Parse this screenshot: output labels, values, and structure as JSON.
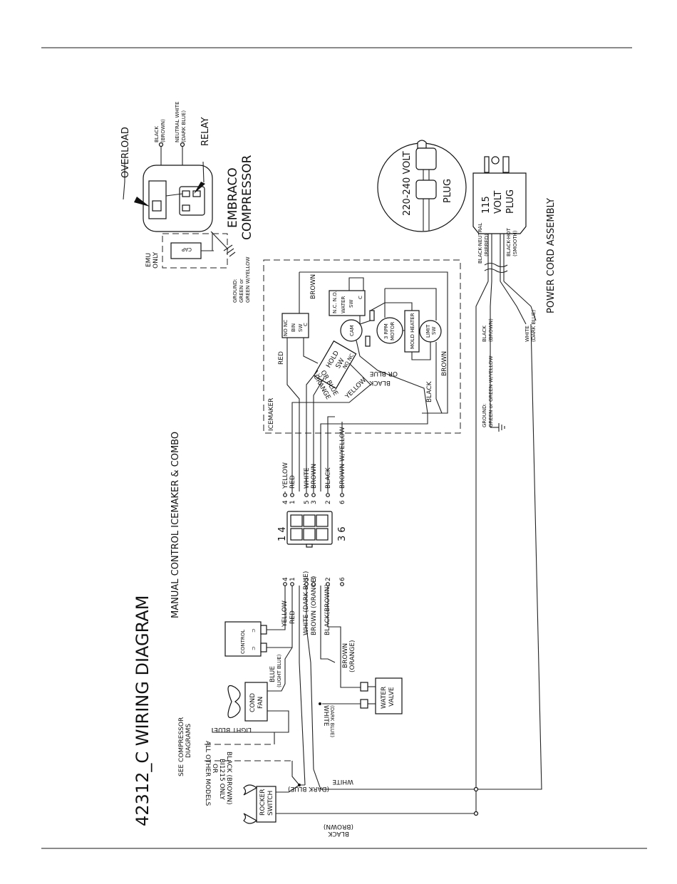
{
  "title": "42312_C WIRING DIAGRAM",
  "subtitle": "MANUAL CONTROL ICEMAKER & COMBO",
  "compressor": {
    "overload": "OVERLOAD",
    "relay": "RELAY",
    "black_brown": [
      "BLACK",
      "(BROWN)"
    ],
    "neutral": [
      "NEUTRAL WHITE",
      "(DARK BLUE)"
    ],
    "name": [
      "EMBRACO",
      "COMPRESSOR"
    ],
    "emu_only": [
      "EMU",
      "ONLY"
    ],
    "cap": "CAP",
    "ground": [
      "GROUND:",
      "GREEN or",
      "GREEN W/YELLOW"
    ]
  },
  "plug_220": {
    "volt": "220-240 VOLT",
    "plug": "PLUG"
  },
  "plug_115": {
    "lines": [
      "115",
      "VOLT",
      "PLUG"
    ]
  },
  "power_cord": {
    "title": "POWER CORD ASSEMBLY",
    "black_neutral": [
      "BLACK-NEUTRAL",
      "(RIBBED)"
    ],
    "black_hot": [
      "BLACK-HOT",
      "(SMOOTH)"
    ],
    "ground": [
      "GROUND:",
      "GREEN or GREEN W/YELLOW"
    ],
    "black": [
      "BLACK",
      "(BROWN)"
    ],
    "white": [
      "WHITE",
      "(DARK BLUE)"
    ]
  },
  "icemaker": {
    "label": "ICEMAKER",
    "brown_top": "BROWN",
    "red": "RED",
    "orange": "ORANGE",
    "or_blue_1": "OR BLUE",
    "yellow": "YELLOW",
    "black_or_blue": [
      "BLACK",
      "OR BLUE"
    ],
    "black": "BLACK",
    "brown_right": "BROWN",
    "water_sw": [
      "N.C.  N.O.",
      "WATER",
      "SW",
      "C"
    ],
    "bin_sw": [
      "NO  NC",
      "BIN",
      "SW",
      "C"
    ],
    "hold_sw": [
      "C",
      "HOLD",
      "SW",
      "NO  NC"
    ],
    "cam": "CAM",
    "motor": [
      "3 RPM",
      "MOTOR"
    ],
    "mold_heater": "MOLD HEATER",
    "limit_sw": [
      "LIMIT",
      "SW"
    ]
  },
  "connector_labels": [
    {
      "pin": "4",
      "wire": "YELLOW"
    },
    {
      "pin": "1",
      "wire": "RED"
    },
    {
      "pin": "5",
      "wire": "WHITE"
    },
    {
      "pin": "3",
      "wire": "BROWN"
    },
    {
      "pin": "2",
      "wire": "BLACK"
    },
    {
      "pin": "6",
      "wire": "BROWN W/YELLOW"
    }
  ],
  "connector_pins": {
    "top": "1  4",
    "bottom": "3  6"
  },
  "control": {
    "label": "CONTROL",
    "wires": [
      "YELLOW",
      "RED",
      "WHITE (DARK BLUE)",
      "BROWN (ORANGE)",
      "BLACK(BROWN)"
    ],
    "pins": [
      "4",
      "1",
      "5",
      "3",
      "2",
      "6"
    ]
  },
  "cond_fan": [
    "COND",
    "FAN"
  ],
  "blue": [
    "BLUE",
    "(LIGHT BLUE)"
  ],
  "light_blue": "LIGHT BLUE",
  "brown_orange": [
    "BROWN",
    "(ORANGE)"
  ],
  "water_valve": [
    "WATER",
    "VALVE"
  ],
  "white_dark_blue_small": [
    "WHITE",
    "(DARK BLUE)"
  ],
  "see_compressor": [
    "SEE COMPRESSOR",
    "DIAGRAMS"
  ],
  "all_other": [
    "ALL OTHER MODELS",
    "OR",
    "BI1215 ONLY",
    "BLACK (BROWN)"
  ],
  "white_dark_blue": [
    "(DARK BLUE)",
    "WHITE"
  ],
  "rocker": [
    "ROCKER",
    "SWITCH"
  ],
  "black_brown_bottom": [
    "(BROWN)",
    "BLACK"
  ]
}
